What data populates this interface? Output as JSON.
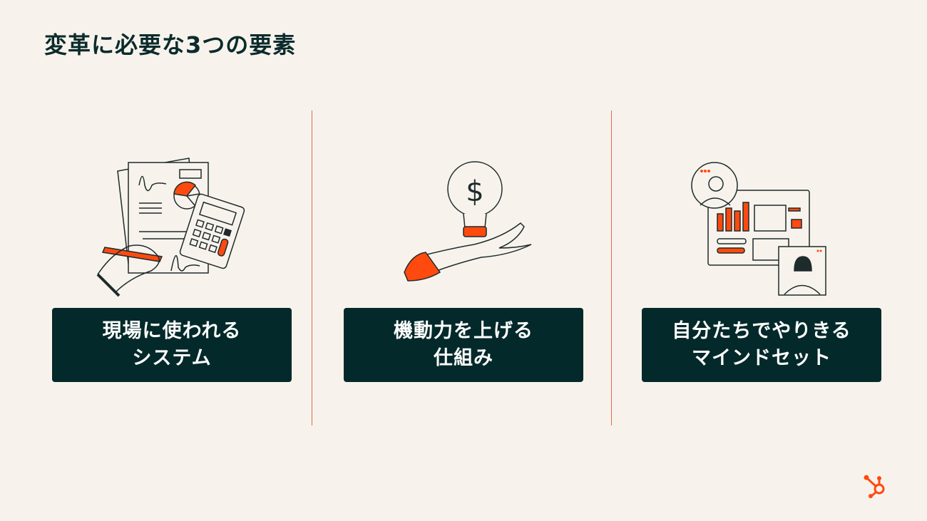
{
  "title": "変革に必要な3つの要素",
  "columns": [
    {
      "line1": "現場に使われる",
      "line2": "システム",
      "icon": "document-calculator-illustration"
    },
    {
      "line1": "機動力を上げる",
      "line2": "仕組み",
      "icon": "lightbulb-hand-illustration"
    },
    {
      "line1": "自分たちでやりきる",
      "line2": "マインドセット",
      "icon": "video-call-dashboard-illustration"
    }
  ],
  "colors": {
    "background": "#f7f3ec",
    "dark": "#04292a",
    "accent": "#ff4a0f"
  },
  "logo": "hubspot-logo"
}
